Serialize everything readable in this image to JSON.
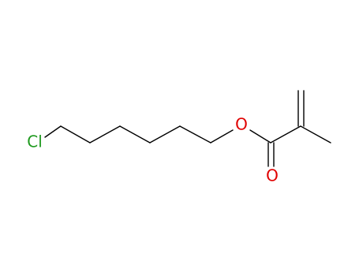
{
  "molecule": {
    "atoms": {
      "chlorine": {
        "label": "Cl",
        "color": "#1f9a1f"
      },
      "ester_oxygen": {
        "label": "O",
        "color": "#e00000"
      },
      "carbonyl_oxygen": {
        "label": "O",
        "color": "#e00000"
      }
    },
    "bond_color": "#000000"
  }
}
